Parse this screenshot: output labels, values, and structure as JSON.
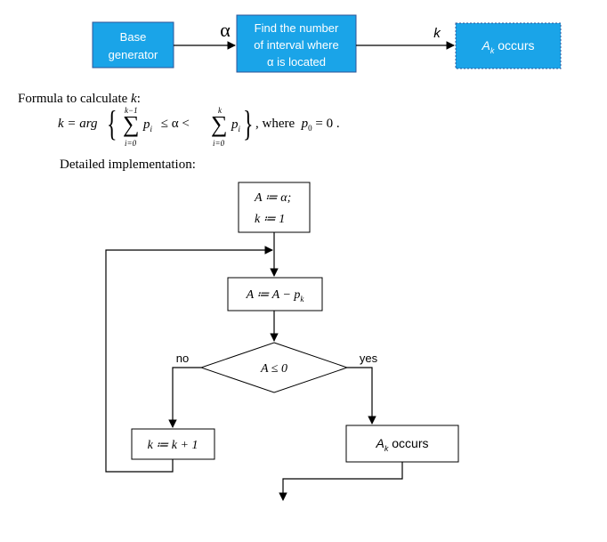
{
  "top_flow": {
    "base_generator": [
      "Base",
      "generator"
    ],
    "alpha_label": "α",
    "find_interval": [
      "Find the number",
      "of interval where",
      "α is located"
    ],
    "k_label": "k",
    "occurs_base": "A",
    "occurs_sub": "k",
    "occurs_text": " occurs"
  },
  "formula": {
    "intro_text": "Formula to calculate ",
    "intro_var": "k",
    "intro_end": ":",
    "lhs": "k = arg",
    "sum1_upper": "k−1",
    "sum1_lower": "i=0",
    "sum1_term": "p",
    "sum1_term_sub": "i",
    "relation": " ≤ α < ",
    "sum2_upper": "k",
    "sum2_lower": "i=0",
    "sum2_term": "p",
    "sum2_term_sub": "i",
    "where_text": ", where  ",
    "where_var": "p",
    "where_sub": "0",
    "where_rest": " = 0 ."
  },
  "detailed_title": "Detailed implementation:",
  "flowchart": {
    "init_line1": "A ≔ α;",
    "init_line2": "k ≔ 1",
    "subtract": "A ≔ A − p",
    "subtract_sub": "k",
    "condition": "A ≤ 0",
    "no_label": "no",
    "yes_label": "yes",
    "increment": "k ≔ k + 1",
    "occurs_base": "A",
    "occurs_sub": "k",
    "occurs_text": " occurs"
  },
  "colors": {
    "box_fill": "#1aa4e8",
    "box_stroke": "#2f5597",
    "box_text": "#ffffff",
    "line": "#000000"
  }
}
